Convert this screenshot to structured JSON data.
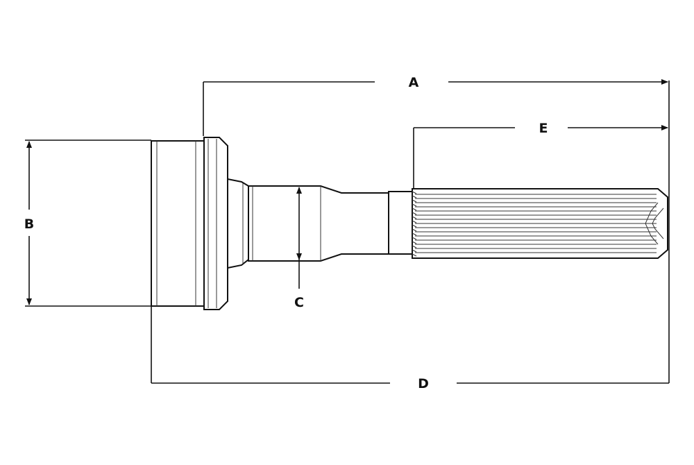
{
  "drawing": {
    "title": "",
    "dimensions": {
      "a": "A",
      "b": "B",
      "c": "C",
      "d": "D",
      "e": "E"
    },
    "colors": {
      "line": "#111111",
      "fill": "#ffffff",
      "shade": "#e6e6e6"
    }
  }
}
